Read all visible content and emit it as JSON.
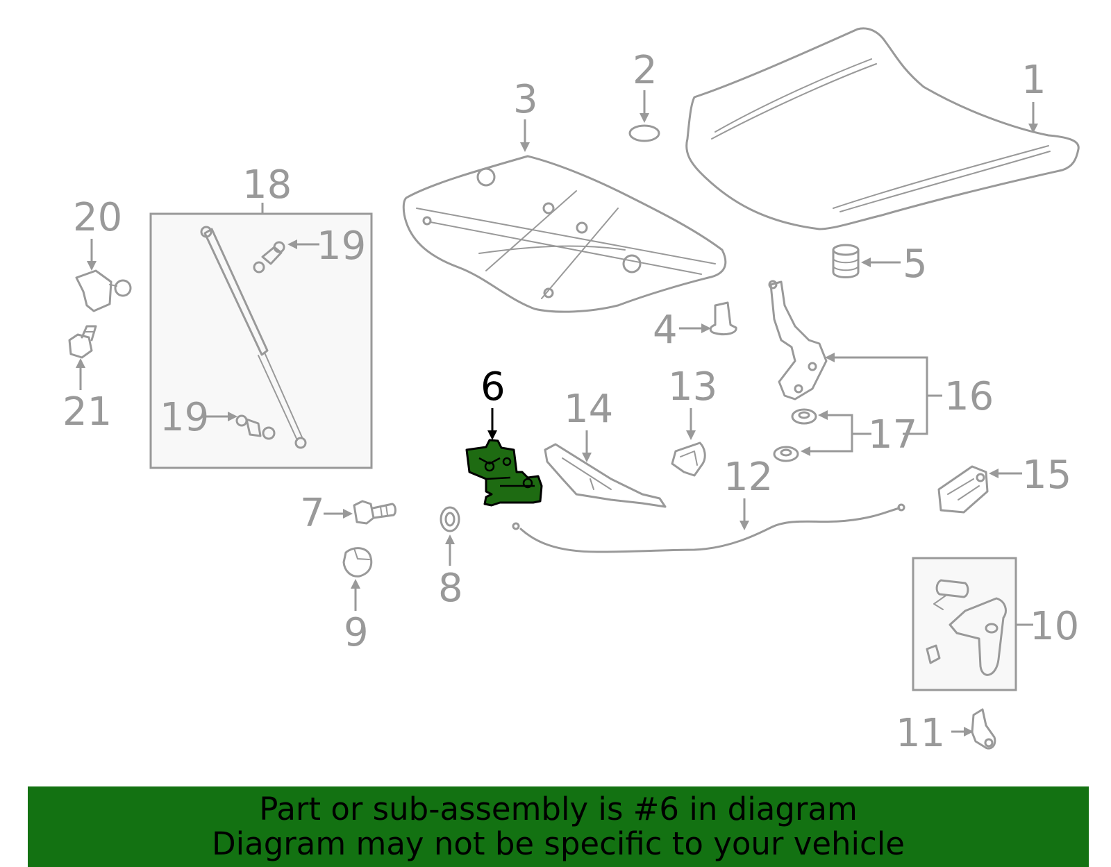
{
  "diagram": {
    "callouts": [
      {
        "id": "1",
        "label": "1"
      },
      {
        "id": "2",
        "label": "2"
      },
      {
        "id": "3",
        "label": "3"
      },
      {
        "id": "4",
        "label": "4"
      },
      {
        "id": "5",
        "label": "5"
      },
      {
        "id": "6",
        "label": "6",
        "highlighted": true
      },
      {
        "id": "7",
        "label": "7"
      },
      {
        "id": "8",
        "label": "8"
      },
      {
        "id": "9",
        "label": "9"
      },
      {
        "id": "10",
        "label": "10"
      },
      {
        "id": "11",
        "label": "11"
      },
      {
        "id": "12",
        "label": "12"
      },
      {
        "id": "13",
        "label": "13"
      },
      {
        "id": "14",
        "label": "14"
      },
      {
        "id": "15",
        "label": "15"
      },
      {
        "id": "16",
        "label": "16"
      },
      {
        "id": "17",
        "label": "17"
      },
      {
        "id": "18",
        "label": "18"
      },
      {
        "id": "19a",
        "label": "19"
      },
      {
        "id": "19b",
        "label": "19"
      },
      {
        "id": "20",
        "label": "20"
      },
      {
        "id": "21",
        "label": "21"
      }
    ],
    "highlighted_part": "6",
    "highlight_color": "#1e6b12",
    "line_color": "#999999"
  },
  "footer": {
    "line1": "Part or sub-assembly is #6 in diagram",
    "line2": "Diagram may not be specific to your vehicle",
    "background": "#137212"
  }
}
